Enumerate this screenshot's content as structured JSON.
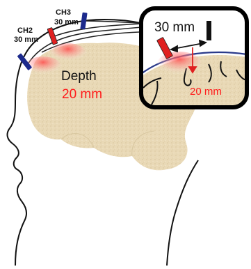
{
  "labels": {
    "ch2_name": "CH2",
    "ch2_distance": "30 mm",
    "ch3_name": "CH3",
    "ch3_distance": "30 mm",
    "depth_label": "Depth",
    "depth_value": "20 mm",
    "inset_distance": "30 mm",
    "inset_depth": "20 mm"
  },
  "colors": {
    "brain_fill": "#e9d9b6",
    "emitter": "#e02020",
    "detector_blue": "#1c2a8c",
    "detector_black": "#111111",
    "depth_text": "#ff1a1a",
    "scalp_line": "#2a3a8a"
  }
}
